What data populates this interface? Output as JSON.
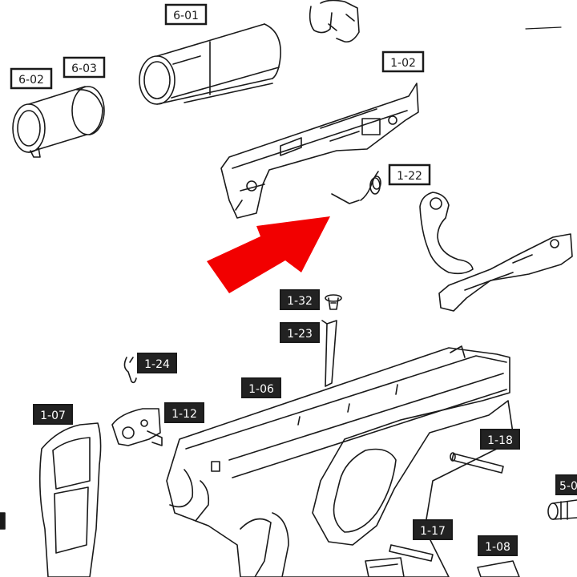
{
  "diagram": {
    "labels_light": [
      {
        "id": "6-01",
        "text": "6-01"
      },
      {
        "id": "6-02",
        "text": "6-02"
      },
      {
        "id": "6-03",
        "text": "6-03"
      },
      {
        "id": "1-02",
        "text": "1-02"
      },
      {
        "id": "1-22",
        "text": "1-22"
      }
    ],
    "labels_dark": [
      {
        "id": "1-32",
        "text": "1-32"
      },
      {
        "id": "1-23",
        "text": "1-23"
      },
      {
        "id": "1-24",
        "text": "1-24"
      },
      {
        "id": "1-06",
        "text": "1-06"
      },
      {
        "id": "1-07",
        "text": "1-07"
      },
      {
        "id": "1-12",
        "text": "1-12"
      },
      {
        "id": "1-18",
        "text": "1-18"
      },
      {
        "id": "1-17",
        "text": "1-17"
      },
      {
        "id": "1-08",
        "text": "1-08"
      },
      {
        "id": "5-0",
        "text": "5-0"
      }
    ]
  },
  "colors": {
    "line": "#1a1a1a",
    "arrow": "#f20000",
    "dark_label_bg": "#222222",
    "dark_label_text": "#ffffff",
    "light_label_bg": "#ffffff"
  }
}
